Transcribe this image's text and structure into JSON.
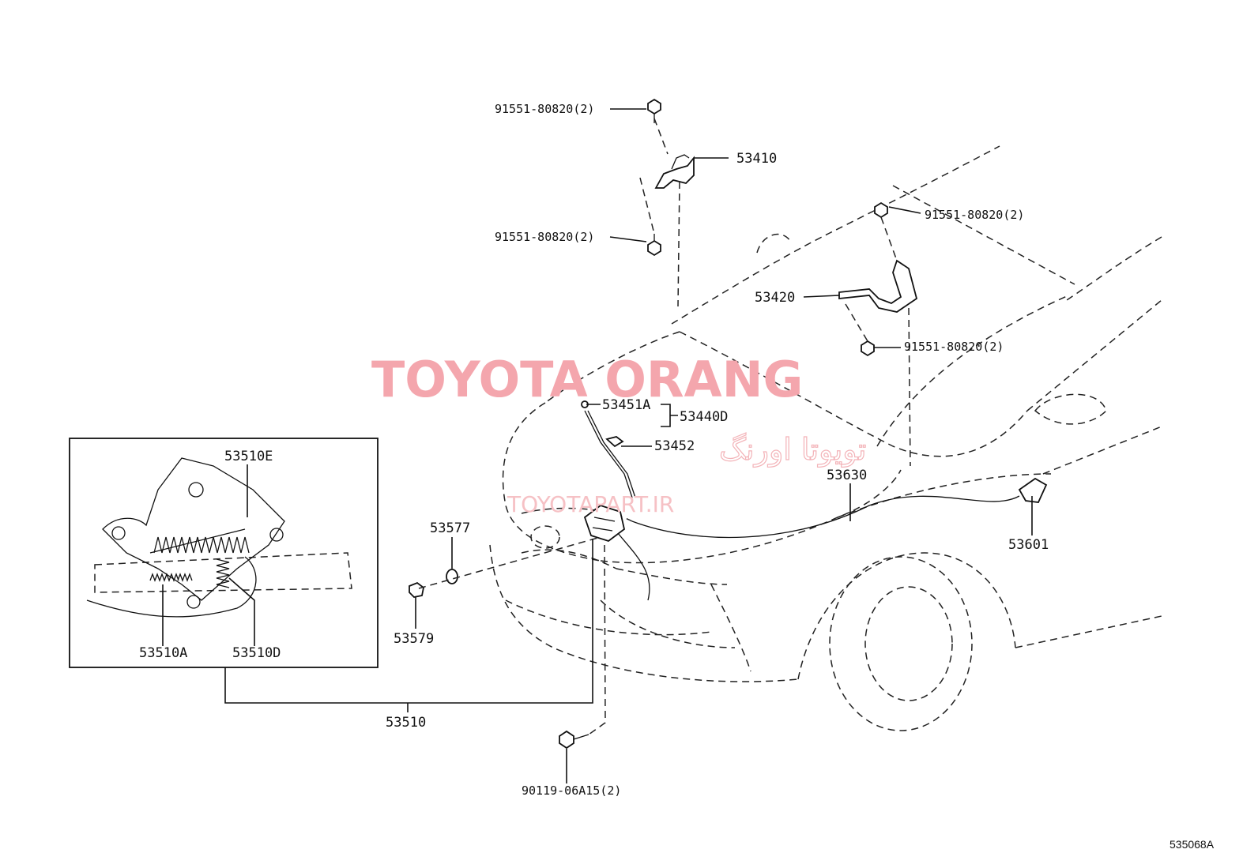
{
  "diagram": {
    "labels": {
      "bolt_hinge_l_top": "91551-80820(2)",
      "bolt_hinge_l_bottom": "91551-80820(2)",
      "hinge_left": "53410",
      "bolt_hinge_r_top": "91551-80820(2)",
      "hinge_right": "53420",
      "bolt_hinge_r_bottom": "91551-80820(2)",
      "support_rod_clip": "53451A",
      "support_rod_assy": "53440D",
      "rod_holder": "53452",
      "release_cable": "53630",
      "release_lever": "53601",
      "cushion_577": "53577",
      "cushion_579": "53579",
      "inset_spring_e": "53510E",
      "inset_spring_a": "53510A",
      "inset_spring_d": "53510D",
      "hood_lock": "53510",
      "lock_bolt": "90119-06A15(2)"
    },
    "figure_number": "535068A"
  },
  "watermark": {
    "title": "TOYOTA ORANG",
    "persian": "تویوتا اورنگ",
    "url": "TOYOTAPART.IR"
  },
  "colors": {
    "watermark_primary": "#f4a6ad",
    "line": "#111111"
  }
}
